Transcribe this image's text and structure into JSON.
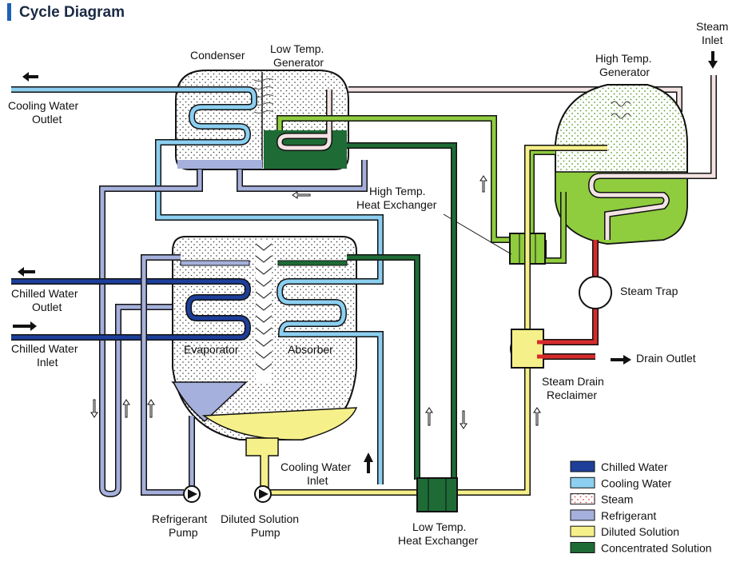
{
  "title": "Cycle Diagram",
  "colors": {
    "title_bar": "#1f5fb8",
    "chilled_water": "#1d3f9a",
    "cooling_water": "#8ccff0",
    "steam_dot": "#d44",
    "refrigerant": "#a6b0dc",
    "diluted_solution": "#f5f08a",
    "concentrated_solution": "#1e6b36",
    "intermediate_solution": "#8fcc3e",
    "drain": "#d62b2b"
  },
  "labels": {
    "condenser": "Condenser",
    "ltg_1": "Low Temp.",
    "ltg_2": "Generator",
    "htg_1": "High Temp.",
    "htg_2": "Generator",
    "steam_1": "Steam",
    "steam_2": "Inlet",
    "cw_out_1": "Cooling Water",
    "cw_out_2": "Outlet",
    "hthx_1": "High Temp.",
    "hthx_2": "Heat Exchanger",
    "chw_out_1": "Chilled Water",
    "chw_out_2": "Outlet",
    "chw_in_1": "Chilled Water",
    "chw_in_2": "Inlet",
    "evaporator": "Evaporator",
    "absorber": "Absorber",
    "steam_trap": "Steam Trap",
    "drain_outlet": "Drain Outlet",
    "sdr_1": "Steam Drain",
    "sdr_2": "Reclaimer",
    "cw_in_1": "Cooling Water",
    "cw_in_2": "Inlet",
    "ref_pump_1": "Refrigerant",
    "ref_pump_2": "Pump",
    "dil_pump_1": "Diluted Solution",
    "dil_pump_2": "Pump",
    "lthx_1": "Low Temp.",
    "lthx_2": "Heat Exchanger"
  },
  "legend": [
    {
      "label": "Chilled Water",
      "color": "#1d3f9a",
      "pattern": "solid"
    },
    {
      "label": "Cooling Water",
      "color": "#8ccff0",
      "pattern": "solid"
    },
    {
      "label": "Steam",
      "color": "#ffffff",
      "pattern": "dots"
    },
    {
      "label": "Refrigerant",
      "color": "#a6b0dc",
      "pattern": "solid"
    },
    {
      "label": "Diluted Solution",
      "color": "#f5f08a",
      "pattern": "solid"
    },
    {
      "label": "Concentrated  Solution",
      "color": "#1e6b36",
      "pattern": "solid"
    }
  ]
}
